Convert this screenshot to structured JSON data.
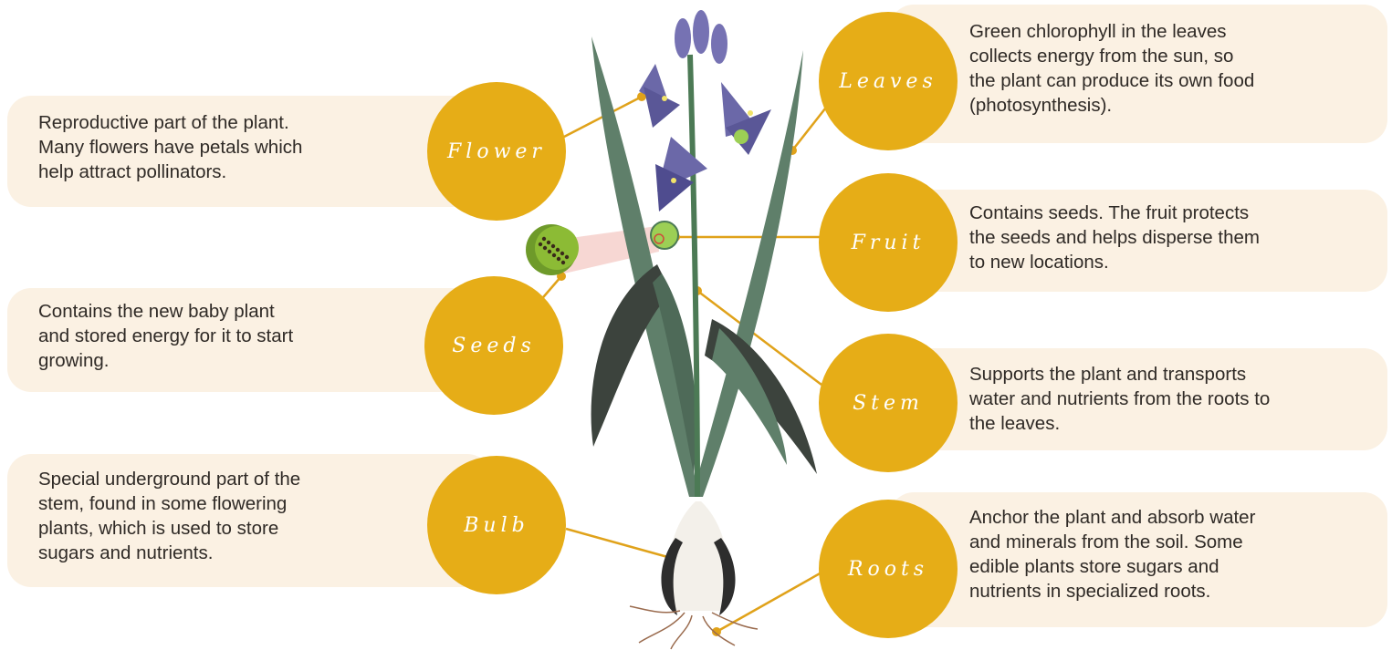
{
  "parts": {
    "flower": {
      "label": "Flower",
      "lines": [
        "Reproductive part of the plant.",
        "Many flowers have petals which",
        "help attract pollinators."
      ]
    },
    "seeds": {
      "label": "Seeds",
      "lines": [
        "Contains the new baby plant",
        " and stored energy for it to start",
        "growing."
      ]
    },
    "bulb": {
      "label": "Bulb",
      "lines": [
        " Special underground part of the",
        "stem, found in some flowering",
        "plants, which is used to store",
        " sugars and nutrients."
      ]
    },
    "leaves": {
      "label": "Leaves",
      "lines": [
        "Green chlorophyll in the leaves",
        " collects energy from the sun, so",
        " the plant can produce its own food",
        "(photosynthesis)."
      ]
    },
    "fruit": {
      "label": "Fruit",
      "lines": [
        "Contains seeds. The fruit protects",
        " the seeds and helps disperse them",
        " to new locations."
      ]
    },
    "stem": {
      "label": "Stem",
      "lines": [
        "Supports the plant and transports",
        " water and nutrients from the roots to",
        " the leaves."
      ]
    },
    "roots": {
      "label": "Roots",
      "lines": [
        "Anchor the plant and absorb water",
        " and minerals from the soil. Some",
        " edible plants store sugars and",
        " nutrients in specialized roots."
      ]
    }
  },
  "colors": {
    "circle": "#e6ad17",
    "card": "#fbf1e3",
    "leaf": "#5f7f6a",
    "flower": "#6b68a8",
    "connector": "#e0a21a"
  }
}
